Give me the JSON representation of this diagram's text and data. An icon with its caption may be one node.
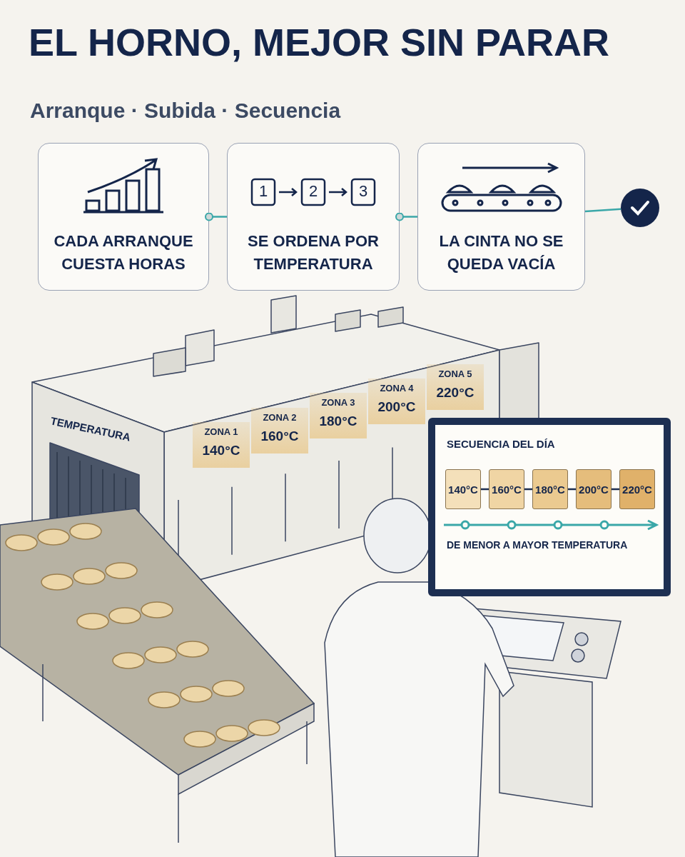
{
  "diagram": {
    "title": "EL HORNO, MEJOR SIN PARAR",
    "nodes": [
      {
        "text": [
          "CADA ARRANQUE CUESTA HORAS"
        ]
      },
      {
        "text": [
          "SE ORDENA POR TEMPERATURA"
        ]
      },
      {
        "text": [
          "LA CINTA NO SE QUEDA VACÍA"
        ]
      },
      {
        "text": [],
        "shape": "circle"
      },
      {
        "text": [
          "SECUENCIA DEL DÍA",
          "DE MENOR A MAYOR TEMPERATURA"
        ]
      },
      {
        "text": [
          "140°C"
        ],
        "in": 4
      },
      {
        "text": [
          "160°C"
        ],
        "in": 4
      },
      {
        "text": [
          "180°C"
        ],
        "in": 4
      },
      {
        "text": [
          "200°C"
        ],
        "in": 4
      },
      {
        "text": [
          "220°C"
        ],
        "in": 4
      },
      {
        "text": [
          "ZONA 1",
          "140°C"
        ]
      },
      {
        "text": [
          "ZONA 2",
          "160°C"
        ]
      },
      {
        "text": [
          "ZONA 3",
          "180°C"
        ]
      },
      {
        "text": [
          "ZONA 4",
          "200°C"
        ]
      },
      {
        "text": [
          "ZONA 5",
          "220°C"
        ]
      }
    ],
    "edges": [
      {
        "from": 0,
        "to": 1,
        "arrow": "other",
        "color": "#3aa7a8"
      },
      {
        "from": 1,
        "to": 2,
        "arrow": "other",
        "color": "#3aa7a8"
      },
      {
        "from": 2,
        "to": 3,
        "arrow": "none",
        "color": "#3aa7a8"
      },
      {
        "from": 5,
        "to": 6,
        "arrow": "none"
      },
      {
        "from": 6,
        "to": 7,
        "arrow": "none"
      },
      {
        "from": 7,
        "to": 8,
        "arrow": "none"
      },
      {
        "from": 8,
        "to": 9,
        "arrow": "none"
      }
    ],
    "labels": [
      "Arranque · Subida · Secuencia",
      "1",
      "2",
      "3",
      "TEMPERATURA"
    ]
  }
}
